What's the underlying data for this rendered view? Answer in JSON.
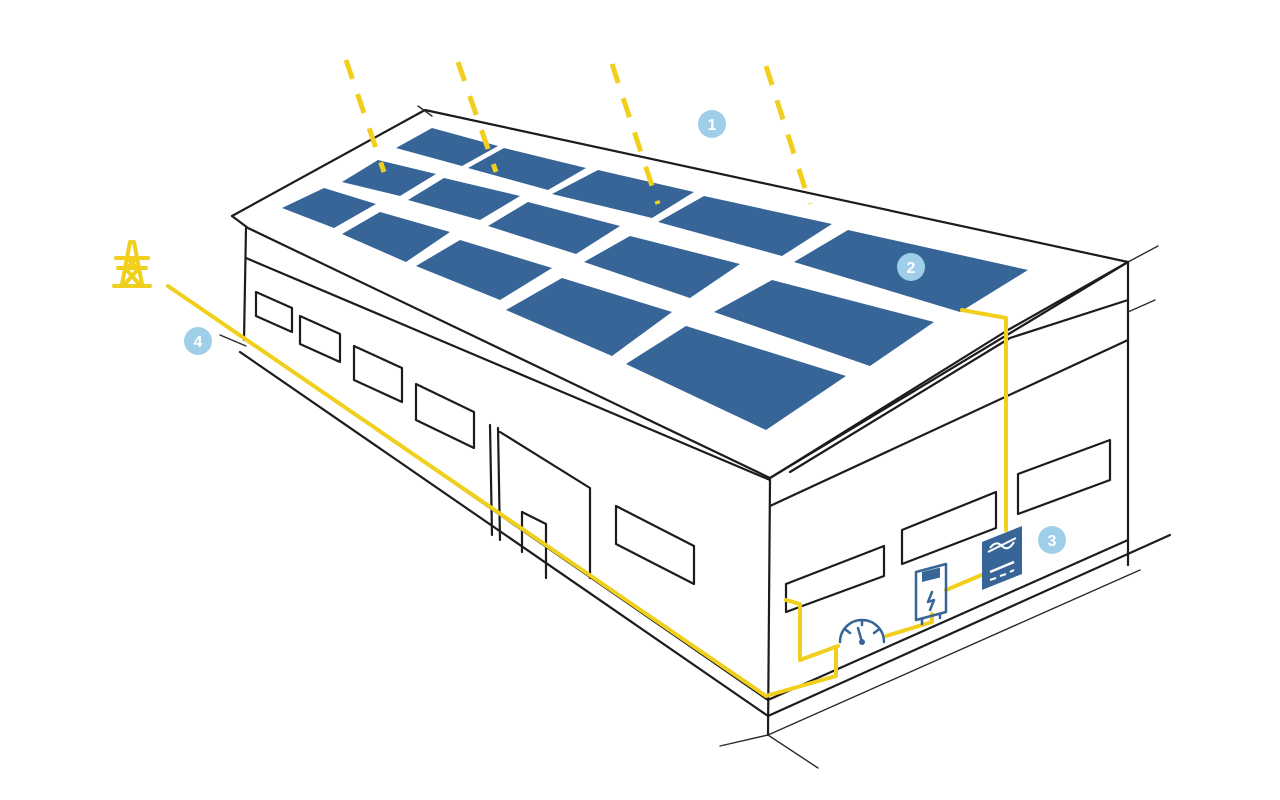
{
  "diagram": {
    "markers": [
      {
        "id": "sun-rays",
        "label": "1"
      },
      {
        "id": "solar-panels",
        "label": "2"
      },
      {
        "id": "inverter",
        "label": "3"
      },
      {
        "id": "grid-connection",
        "label": "4"
      }
    ],
    "colors": {
      "panel": "#376597",
      "energy_line": "#f1cf1d",
      "marker": "#9fcfe8",
      "device": "#376597",
      "sketch": "#1c1c1c"
    },
    "icons": [
      "power-pylon-icon",
      "meter-gauge-icon",
      "electric-meter-icon",
      "inverter-icon"
    ]
  }
}
